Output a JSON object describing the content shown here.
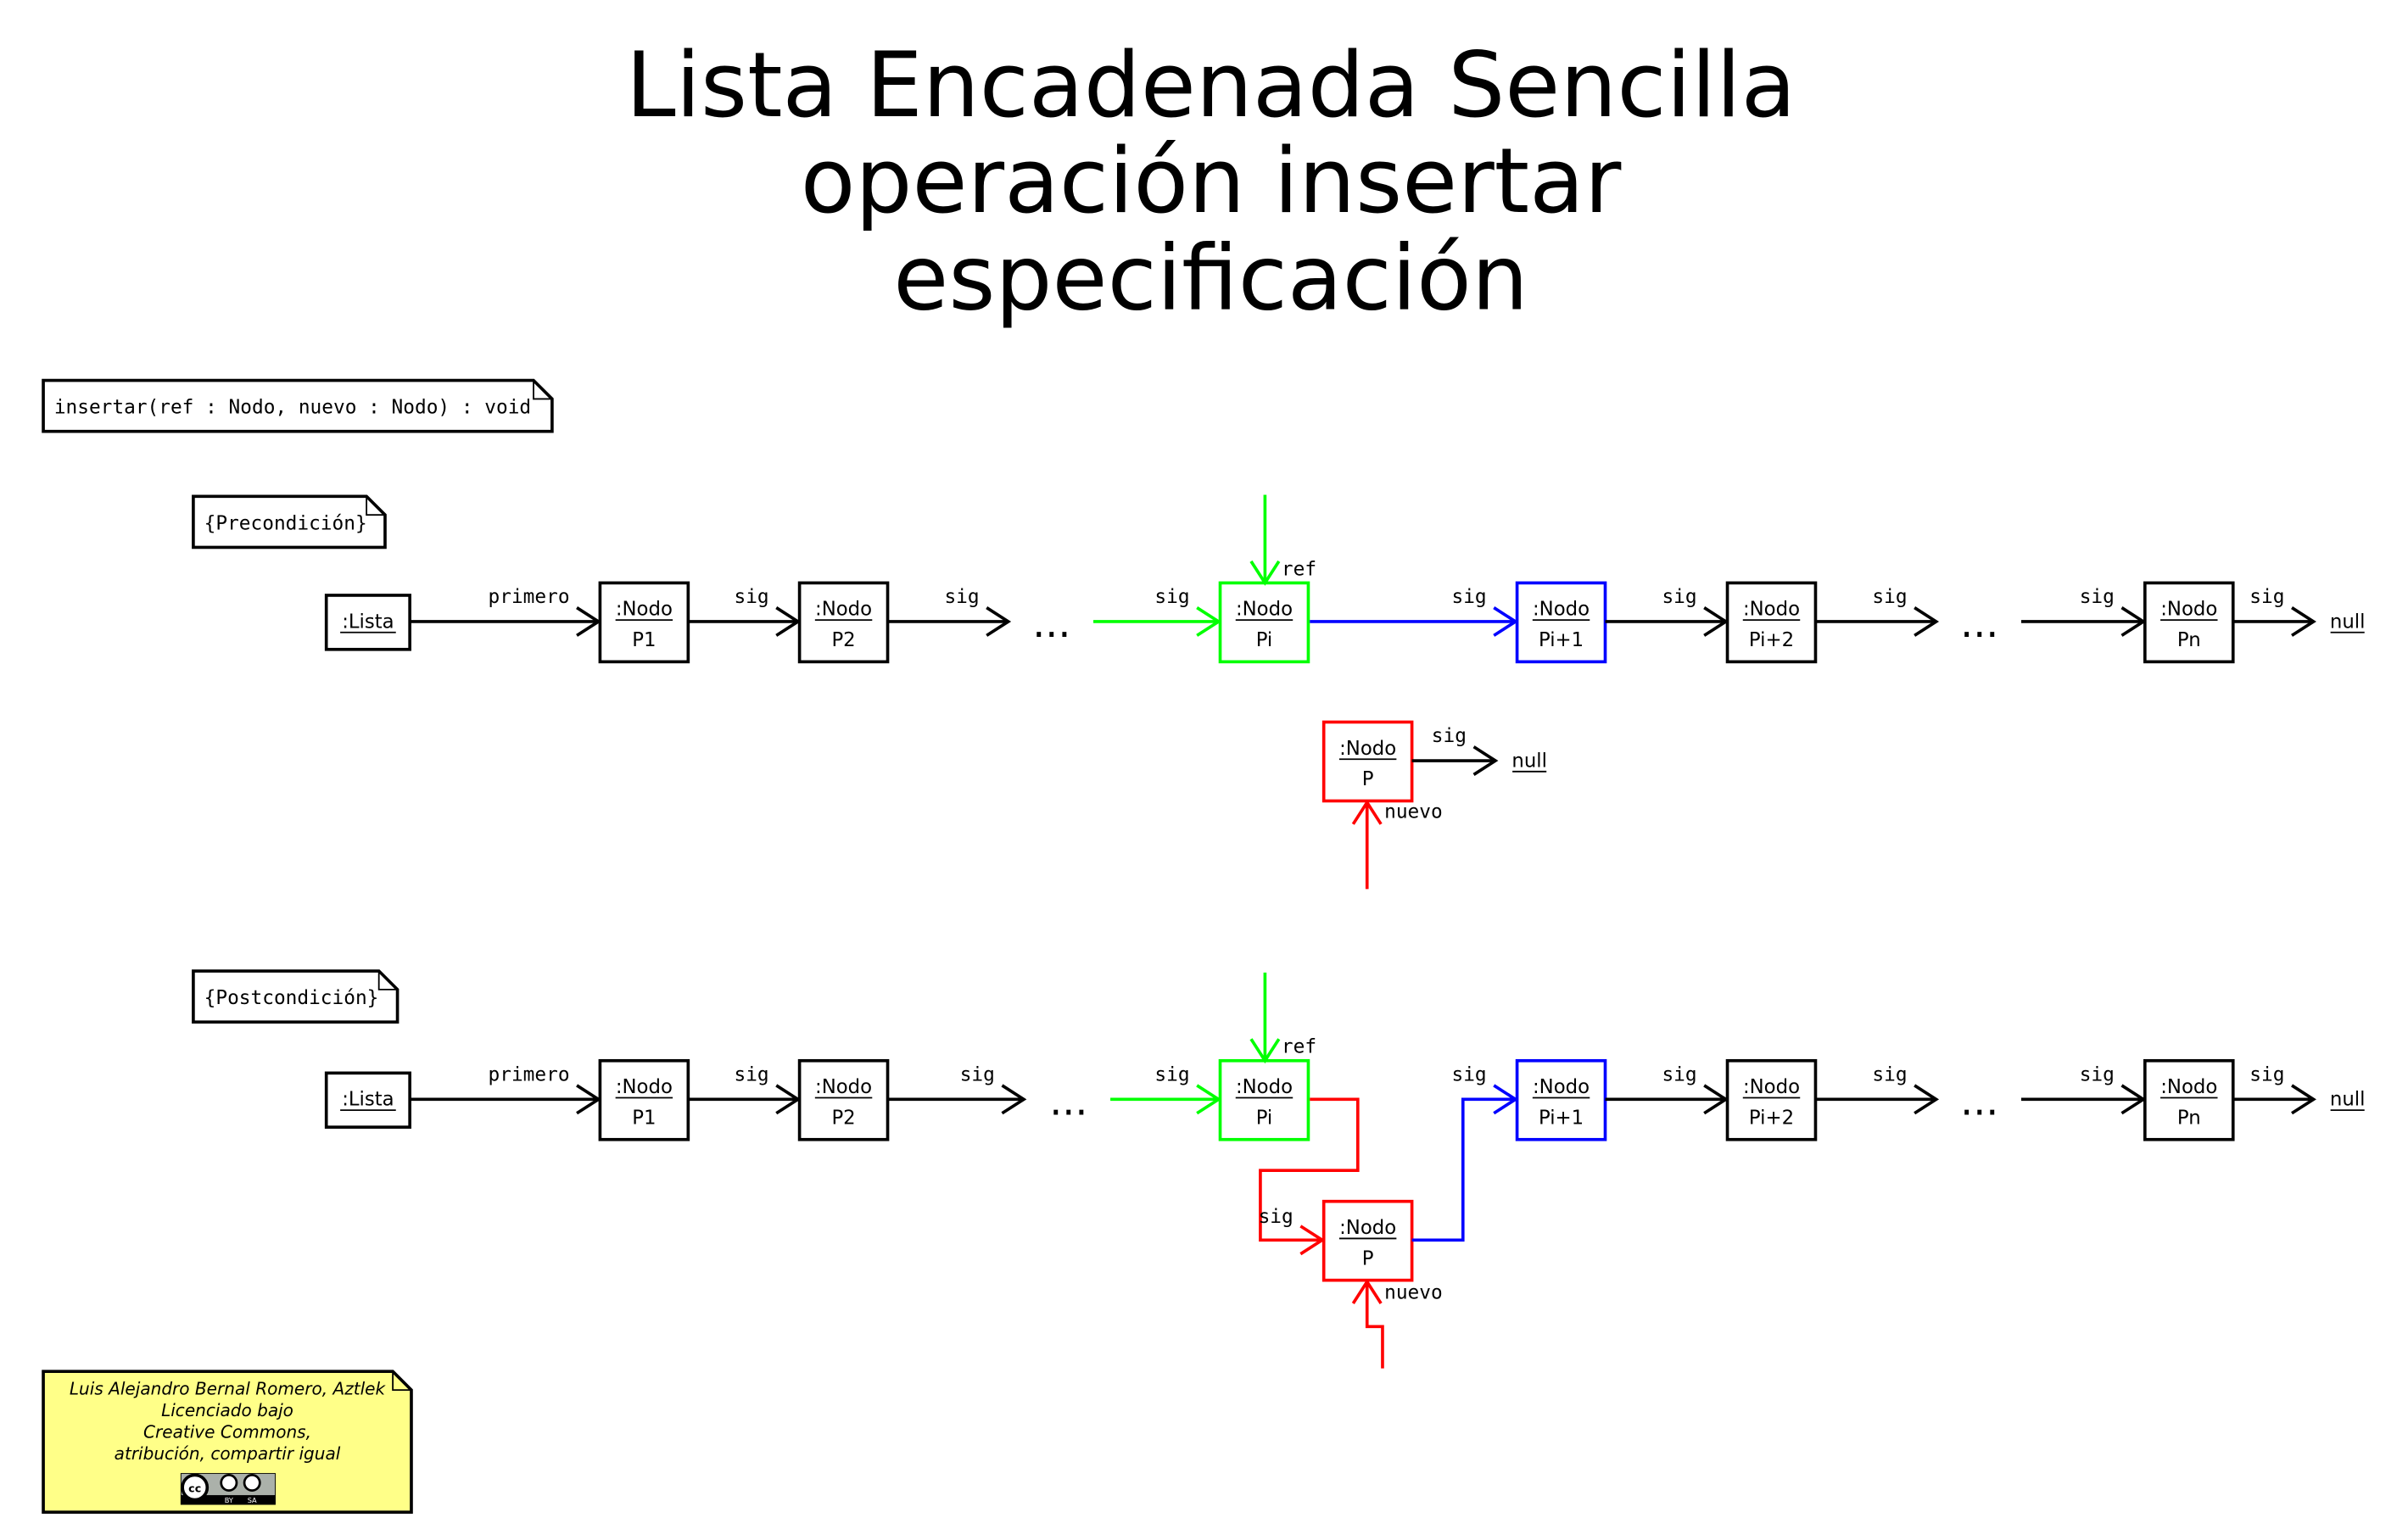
{
  "title": [
    "Lista Encadenada Sencilla",
    "operación insertar",
    "especificación"
  ],
  "signature": "insertar(ref : Nodo, nuevo : Nodo) : void",
  "precondition": "{Precondición}",
  "postcondition": "{Postcondición}",
  "object_class": {
    "lista": ":Lista",
    "nodo": ":Nodo"
  },
  "nodes": {
    "p1": "P1",
    "p2": "P2",
    "pi": "Pi",
    "pi1": "Pi+1",
    "pi2": "Pi+2",
    "pn": "Pn",
    "p": "P"
  },
  "links": {
    "primero": "primero",
    "sig": "sig",
    "ref": "ref",
    "nuevo": "nuevo",
    "null": "null",
    "ellipsis": "..."
  },
  "license": {
    "lines": [
      "Luis Alejandro Bernal Romero, Aztlek",
      "Licenciado bajo",
      "Creative Commons,",
      "atribución, compartir igual"
    ],
    "badge": {
      "cc": "cc",
      "by": "BY",
      "sa": "SA"
    }
  },
  "colors": {
    "default": "#000000",
    "ref": "#00ff00",
    "next": "#0000ff",
    "new": "#ff0000",
    "note": "#ffff88",
    "badge": "#abb1aa"
  }
}
